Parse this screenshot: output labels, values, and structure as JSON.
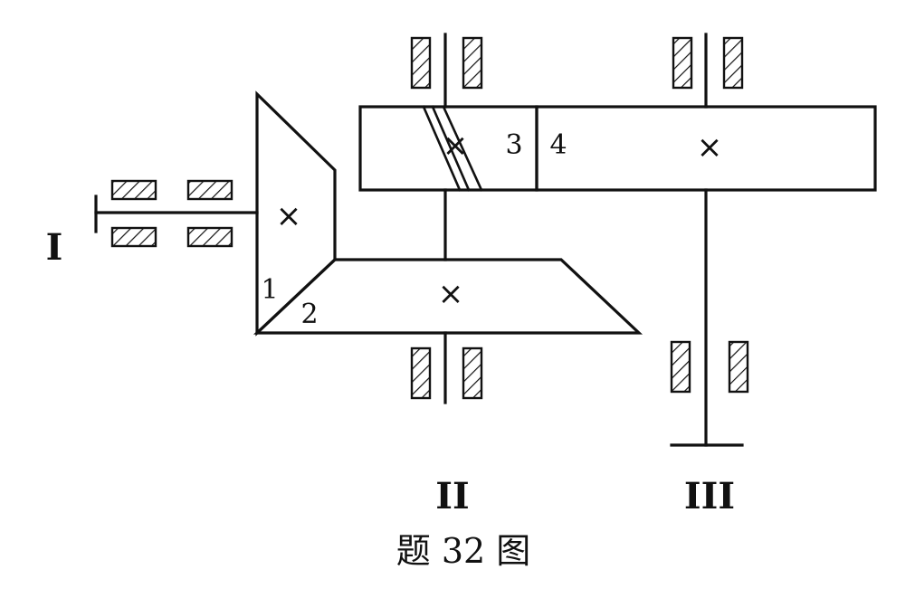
{
  "diagram": {
    "shaft_labels": {
      "shaft_1": "I",
      "shaft_2": "II",
      "shaft_3": "III"
    },
    "gear_labels": {
      "gear_1": "1",
      "gear_2": "2",
      "gear_3": "3",
      "gear_4": "4"
    },
    "center_mark": "×",
    "caption": "题 32 图"
  }
}
